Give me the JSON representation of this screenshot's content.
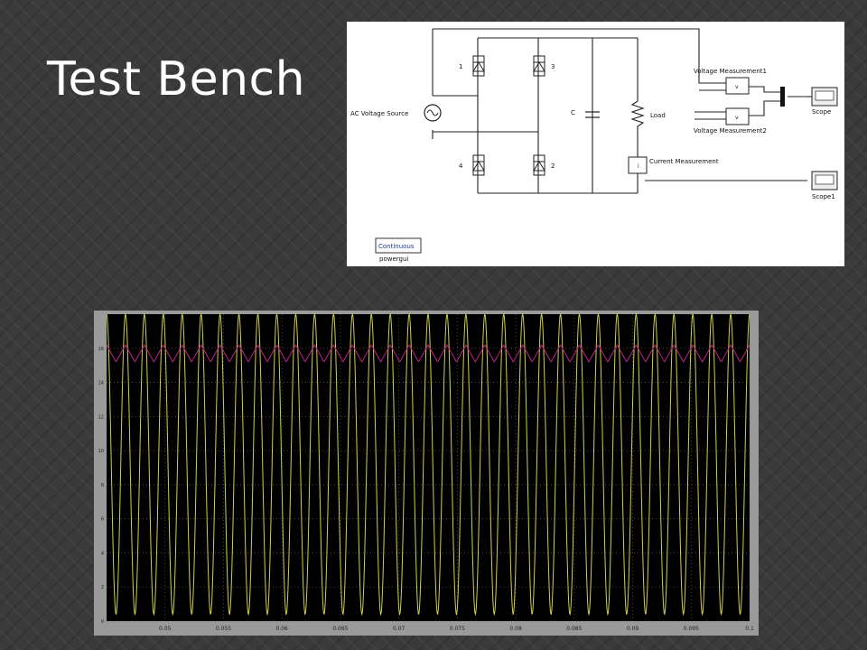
{
  "slide": {
    "title": "Test Bench"
  },
  "circuit": {
    "source_label": "AC Voltage Source",
    "capacitor_label": "C",
    "load_label": "Load",
    "diode_labels": [
      "1",
      "3",
      "4",
      "2"
    ],
    "vm1_label": "Voltage Measurement1",
    "vm2_label": "Voltage Measurement2",
    "cm_label": "Current Measurement",
    "scope_label": "Scope",
    "scope1_label": "Scope1",
    "block_v": "v",
    "block_i": "i",
    "powergui_mode": "Continuous",
    "powergui_name": "powergui"
  },
  "chart_data": {
    "type": "line",
    "title": "",
    "xlabel": "",
    "ylabel": "",
    "grid": true,
    "background": "#000000",
    "xlim": [
      0.045,
      0.1
    ],
    "ylim": [
      0,
      18
    ],
    "x_ticks": [
      0.05,
      0.055,
      0.06,
      0.065,
      0.07,
      0.075,
      0.08,
      0.085,
      0.09,
      0.095,
      0.1
    ],
    "y_ticks": [
      0,
      2,
      4,
      6,
      8,
      10,
      12,
      14,
      16
    ],
    "series": [
      {
        "color": "#cfcf4a",
        "kind": "rectified sinusoid",
        "min": 0.4,
        "max": 18,
        "cycles": 34
      },
      {
        "color": "#c0208a",
        "kind": "ripple sawtooth",
        "min": 15.2,
        "max": 16.2,
        "cycles": 34
      }
    ]
  }
}
